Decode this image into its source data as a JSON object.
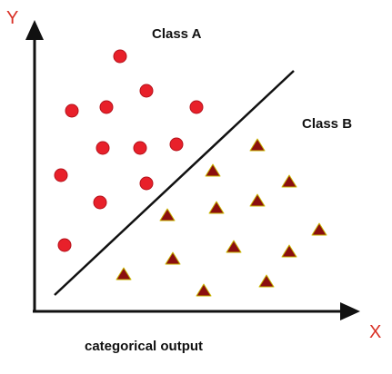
{
  "labels": {
    "class_a": "Class A",
    "class_b": "Class B",
    "x_axis": "X",
    "y_axis": "Y",
    "caption": "categorical output"
  },
  "colors": {
    "axis": "#111111",
    "axis_letter": "#d93025",
    "class_a_fill": "#e8202a",
    "class_a_stroke": "#b5121b",
    "class_b_fill": "#8b0f0f",
    "class_b_stroke": "#c8b400",
    "boundary": "#111111"
  },
  "icons": {
    "class_a_marker": "circle",
    "class_b_marker": "triangle"
  }
}
